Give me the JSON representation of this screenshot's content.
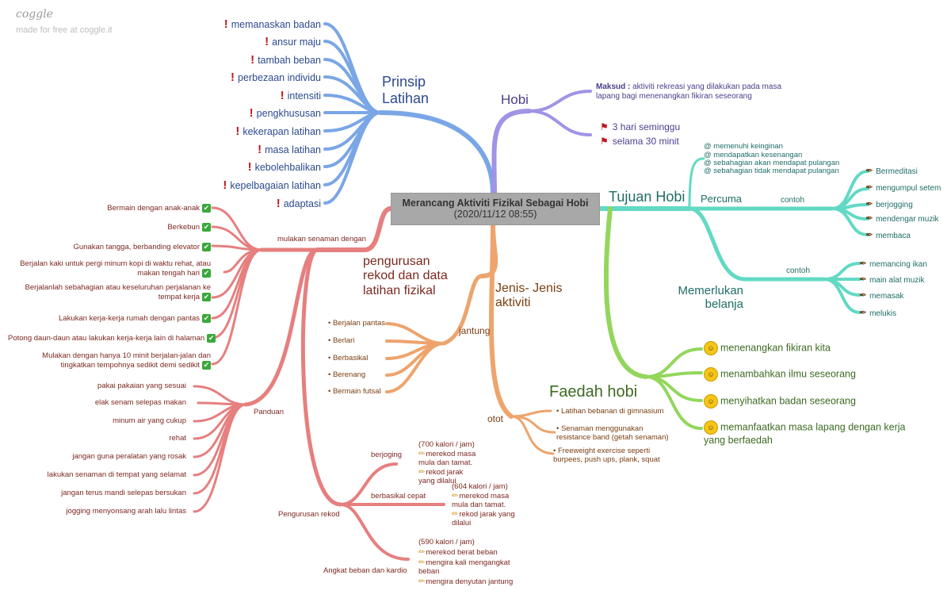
{
  "watermark": {
    "logo": "coggle",
    "sub": "made for free at coggle.it"
  },
  "center": {
    "title": "Merancang Aktiviti Fizikal Sebagai Hobi",
    "date": "(2020/11/12 08:55)"
  },
  "prinsip": {
    "title": "Prinsip Latihan",
    "items": [
      "memanaskan badan",
      "ansur maju",
      "tambah beban",
      "perbezaan individu",
      "intensiti",
      "pengkhususan",
      "kekerapan latihan",
      "masa latihan",
      "kebolehbalikan",
      "kepelbagaian latihan",
      "adaptasi"
    ]
  },
  "hobi": {
    "title": "Hobi",
    "maksud_label": "Maksud :",
    "maksud_text": "aktiviti rekreasi yang dilakukan pada masa lapang bagi menenangkan fikiran seseorang",
    "items": [
      "3 hari seminggu",
      "selama 30 minit"
    ]
  },
  "tujuan": {
    "title": "Tujuan Hobi",
    "percuma": "Percuma",
    "notes": [
      "@ memenuhi keinginan",
      "@ mendapatkan kesenangan",
      "@ sebahagian akan mendapat pulangan",
      "@ sebahagian tidak mendapat pulangan"
    ],
    "contoh1": "contoh",
    "list1": [
      "Bermeditasi",
      "mengumpul setem",
      "berjogging",
      "mendengar muzik",
      "membaca"
    ],
    "memerlukan": "Memerlukan belanja",
    "contoh2": "contoh",
    "list2": [
      "memancing ikan",
      "main alat muzik",
      "memasak",
      "melukis"
    ]
  },
  "faedah": {
    "title": "Faedah hobi",
    "items": [
      "menenangkan fikiran kita",
      "menambahkan ilmu seseorang",
      "menyihatkan badan seseorang",
      "memanfaatkan masa lapang dengan kerja yang berfaedah"
    ]
  },
  "jenis": {
    "title": "Jenis- Jenis aktiviti",
    "jantung": "jantung",
    "jantung_items": [
      "• Berjalan pantas",
      "• Berlari",
      "• Berbasikal",
      "• Berenang",
      "• Bermain futsal"
    ],
    "otot": "otot",
    "otot_items": [
      "• Latihan bebanan di gimnasium",
      "• Senaman menggunakan resistance band (getah senaman)",
      "• Freeweight exercise seperti burpees, push ups, plank, squat"
    ]
  },
  "pengurusan": {
    "title": "pengurusan rekod dan data latihan fizikal",
    "mulakan": "mulakan senaman dengan",
    "mulakan_items": [
      "Bermain dengan anak-anak",
      "Berkebun",
      "Gunakan tangga, berbanding elevator",
      "Berjalan kaki untuk pergi minum kopi di waktu rehat, atau makan tengah hari",
      "Berjalanlah sebahagian atau keseluruhan perjalanan ke tempat kerja",
      "Lakukan kerja-kerja rumah dengan pantas",
      "Potong daun-daun atau lakukan kerja-kerja lain di halaman",
      "Mulakan dengan hanya 10 minit berjalan-jalan dan tingkatkan tempohnya sedikit demi sedikit"
    ],
    "panduan": "Panduan",
    "panduan_items": [
      "pakai pakaian yang sesuai",
      "elak senam selepas makan",
      "minum air yang cukup",
      "rehat",
      "jangan guna peralatan yang rosak",
      "lakukan senaman di tempat yang selamat",
      "jangan terus mandi selepas bersukan",
      "jogging menyonsang arah lalu lintas"
    ],
    "rekod": "Pengurusan rekod",
    "berjoging": "berjoging",
    "berjoging_kal": "(700 kalori / jam)",
    "berjoging_items": [
      "merekod masa mula dan tamat.",
      "rekod jarak yang dilalui"
    ],
    "berbasikal": "berbasikal cepat",
    "berbasikal_kal": "(604 kalori / jam)",
    "berbasikal_items": [
      "merekod masa mula dan tamat.",
      "rekod jarak yang dilalui"
    ],
    "angkat": "Angkat beban dan kardio",
    "angkat_kal": "(590 kalori / jam)",
    "angkat_items": [
      "merekod berat beban",
      "mengira kali mengangkat beban",
      "mengira denyutan jantung"
    ]
  },
  "colors": {
    "blue": "#6e9ee0",
    "purple": "#9b8fe0",
    "teal": "#5cd6c0",
    "green": "#8fd45a",
    "orange": "#eea168",
    "red": "#e57b7b"
  }
}
